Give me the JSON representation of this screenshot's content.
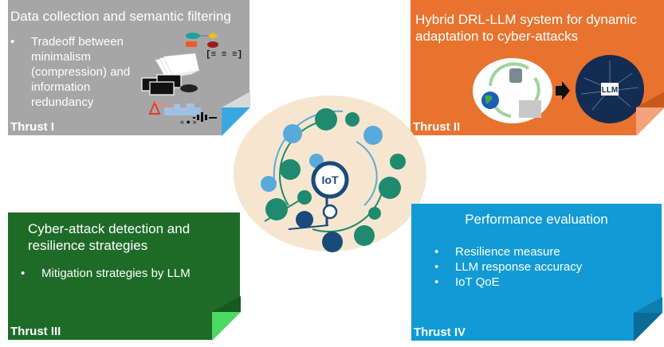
{
  "colors": {
    "thrust1_bg": "#a6a6a6",
    "thrust2_bg": "#e8732f",
    "thrust3_bg": "#1e6b28",
    "thrust4_bg": "#119ad3",
    "hub_bg": "#f7e6cf",
    "hub_teal": "#1f8a6e",
    "hub_navy": "#184b7a",
    "hub_lightblue": "#5aa9dc"
  },
  "thrusts": [
    {
      "label": "Thrust I",
      "title": "Data  collection and semantic filtering",
      "bullets": [
        "Tradeoff between minimalism (compression) and information redundancy"
      ],
      "illustration": "data-collection-sources-icon"
    },
    {
      "label": "Thrust II",
      "title": "Hybrid DRL-LLM system for dynamic adaptation to cyber-attacks",
      "bullets": [],
      "illustration": "drl-to-llm-network-icon",
      "llm_badge": "LLM"
    },
    {
      "label": "Thrust III",
      "title": "Cyber-attack detection and resilience strategies",
      "bullets": [
        "Mitigation strategies by LLM"
      ]
    },
    {
      "label": "Thrust IV",
      "title": "Performance evaluation",
      "bullets": [
        "Resilience measure",
        "LLM response accuracy",
        "IoT QoE"
      ]
    }
  ],
  "hub": {
    "center_label": "IoT",
    "icon": "iot-network-hub-icon"
  }
}
